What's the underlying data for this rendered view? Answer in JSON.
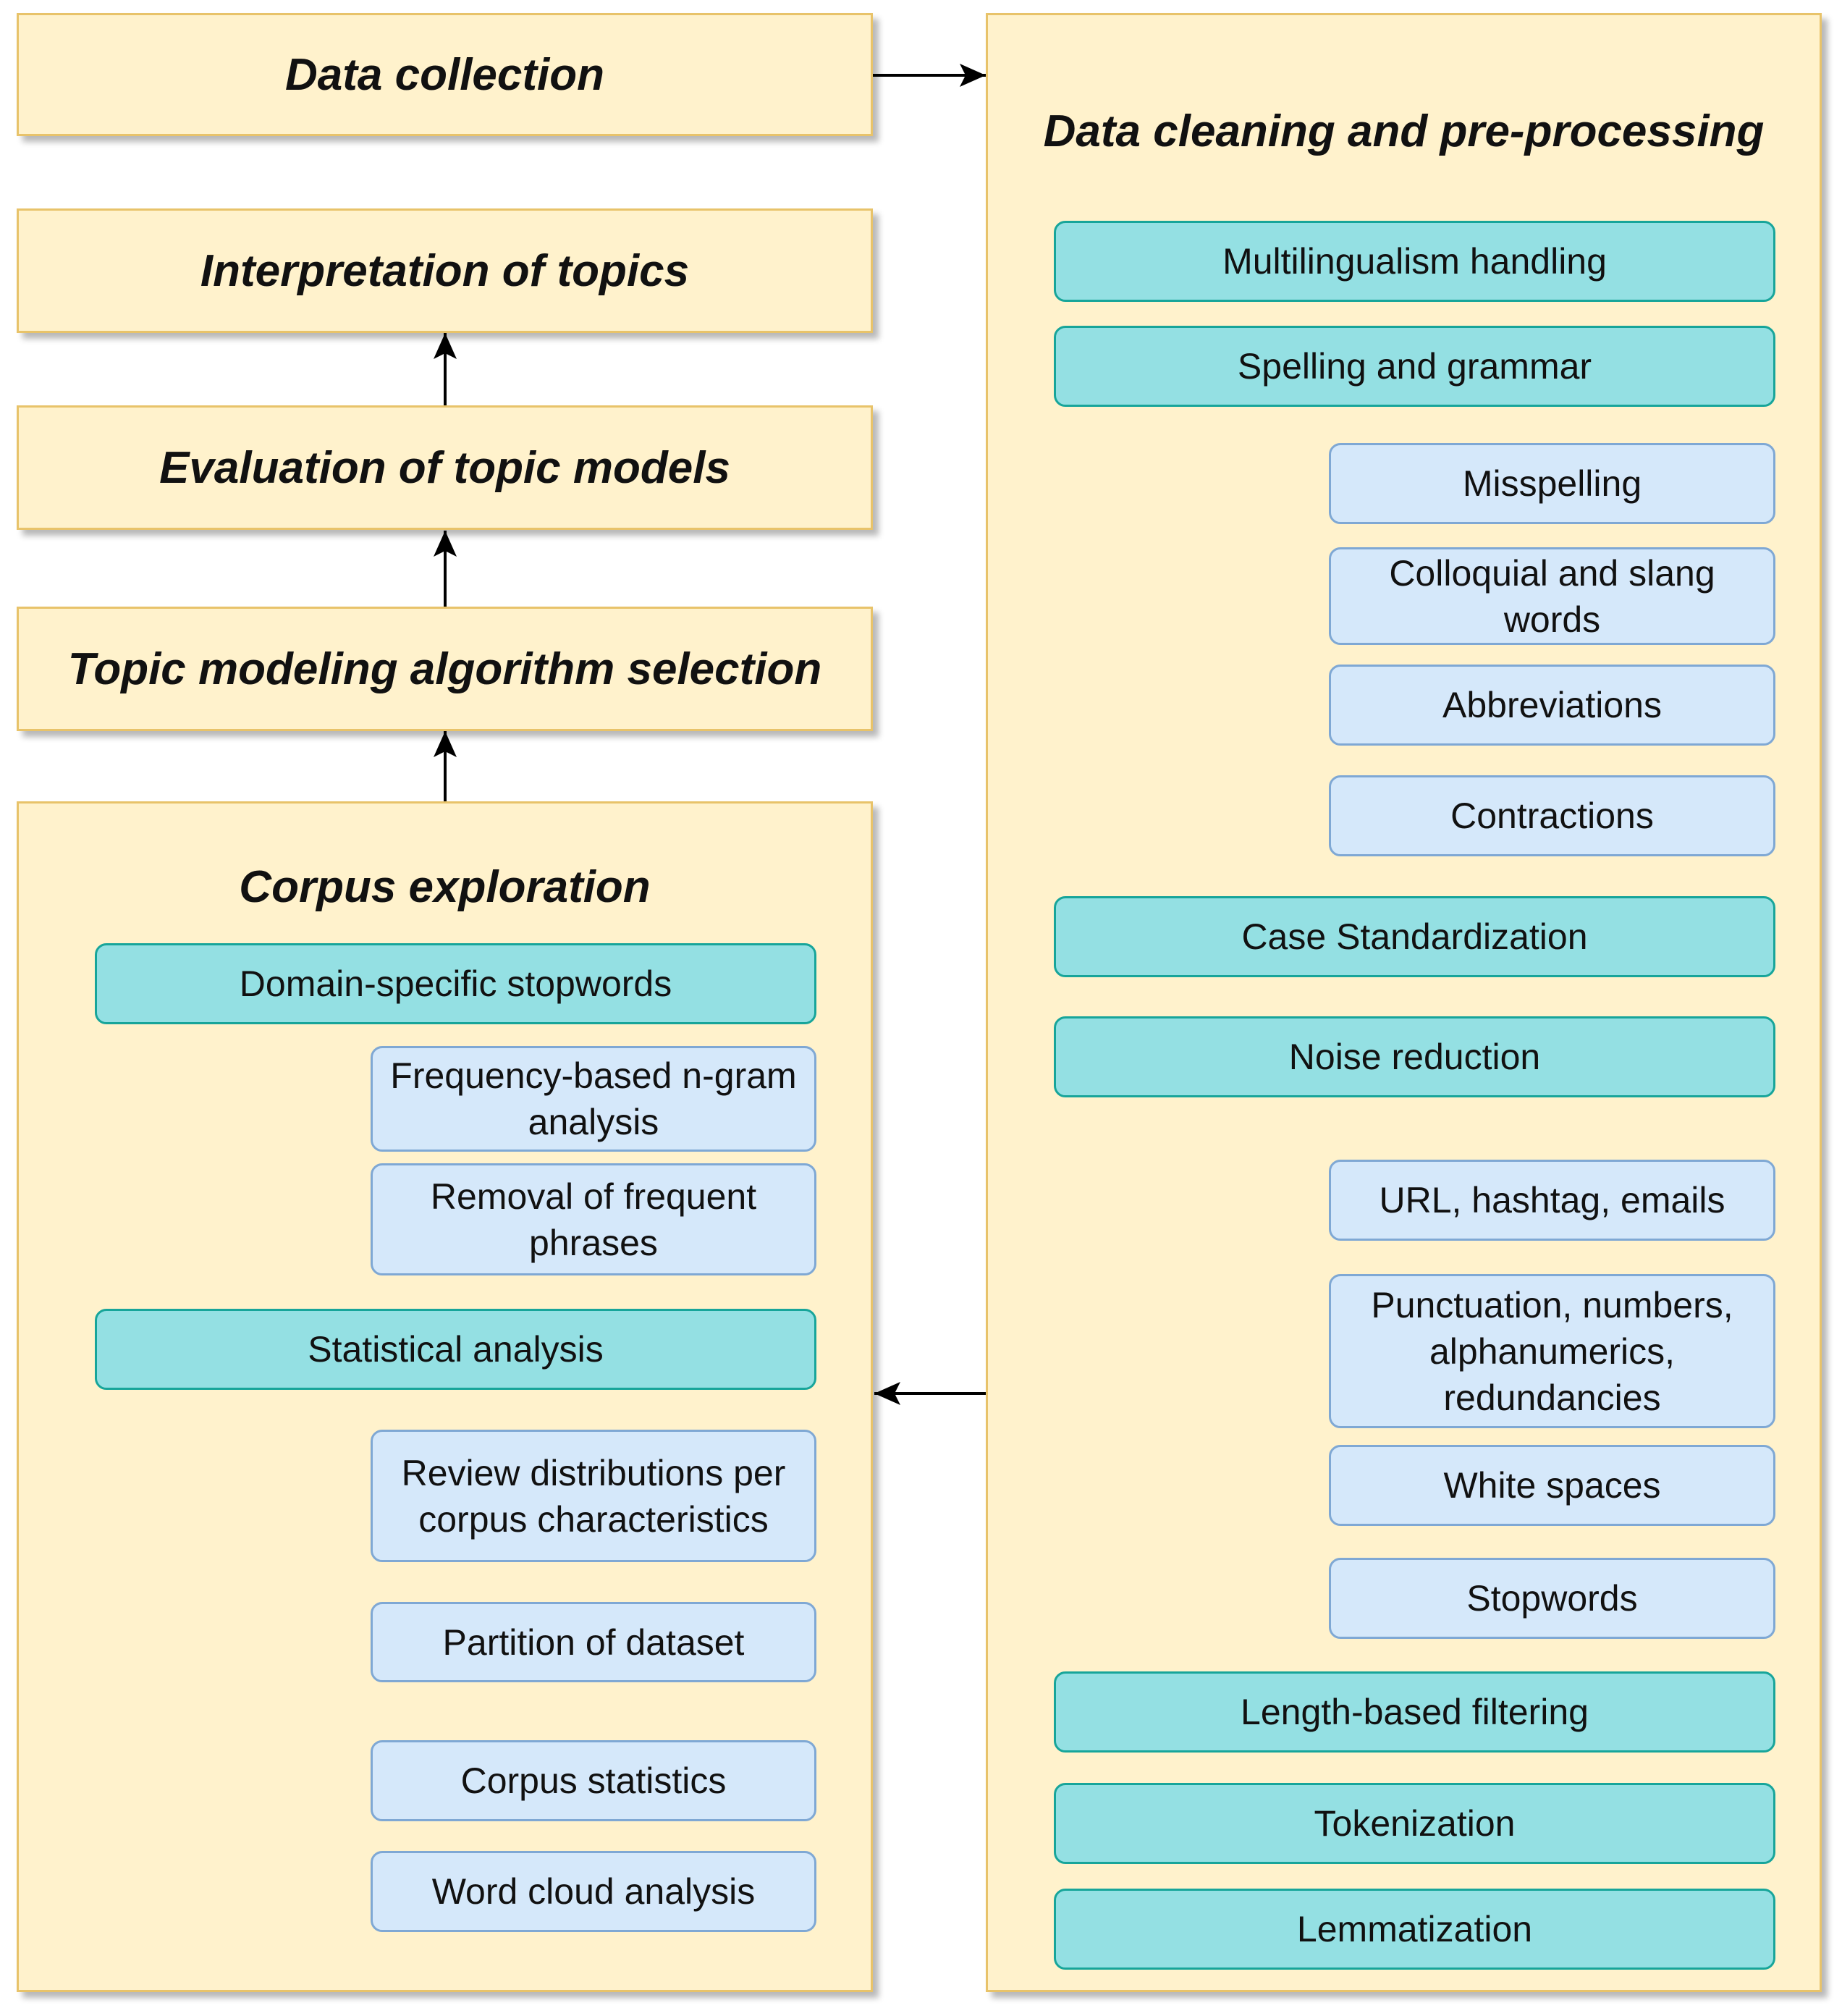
{
  "steps": {
    "data_collection": "Data collection",
    "interpretation": "Interpretation of topics",
    "evaluation": "Evaluation of topic models",
    "algorithm_selection": "Topic modeling algorithm selection"
  },
  "cleaning": {
    "title": "Data cleaning and pre-processing",
    "multilingualism": "Multilingualism handling",
    "spelling": {
      "label": "Spelling and grammar",
      "misspelling": "Misspelling",
      "colloquial": "Colloquial and slang words",
      "abbreviations": "Abbreviations",
      "contractions": "Contractions"
    },
    "case": "Case Standardization",
    "noise": {
      "label": "Noise reduction",
      "url": "URL, hashtag, emails",
      "punctuation": "Punctuation, numbers, alphanumerics, redundancies",
      "whitespace": "White spaces",
      "stopwords": "Stopwords"
    },
    "length_filter": "Length-based filtering",
    "tokenization": "Tokenization",
    "lemmatization": "Lemmatization"
  },
  "exploration": {
    "title": "Corpus exploration",
    "domain_stopwords": {
      "label": "Domain-specific stopwords",
      "ngram": "Frequency-based n-gram analysis",
      "frequent_phrases": "Removal of frequent phrases"
    },
    "statistical": {
      "label": "Statistical analysis",
      "distributions": "Review distributions per corpus characteristics",
      "partition": "Partition of dataset",
      "corpus_stats": "Corpus statistics",
      "word_cloud": "Word cloud analysis"
    }
  }
}
